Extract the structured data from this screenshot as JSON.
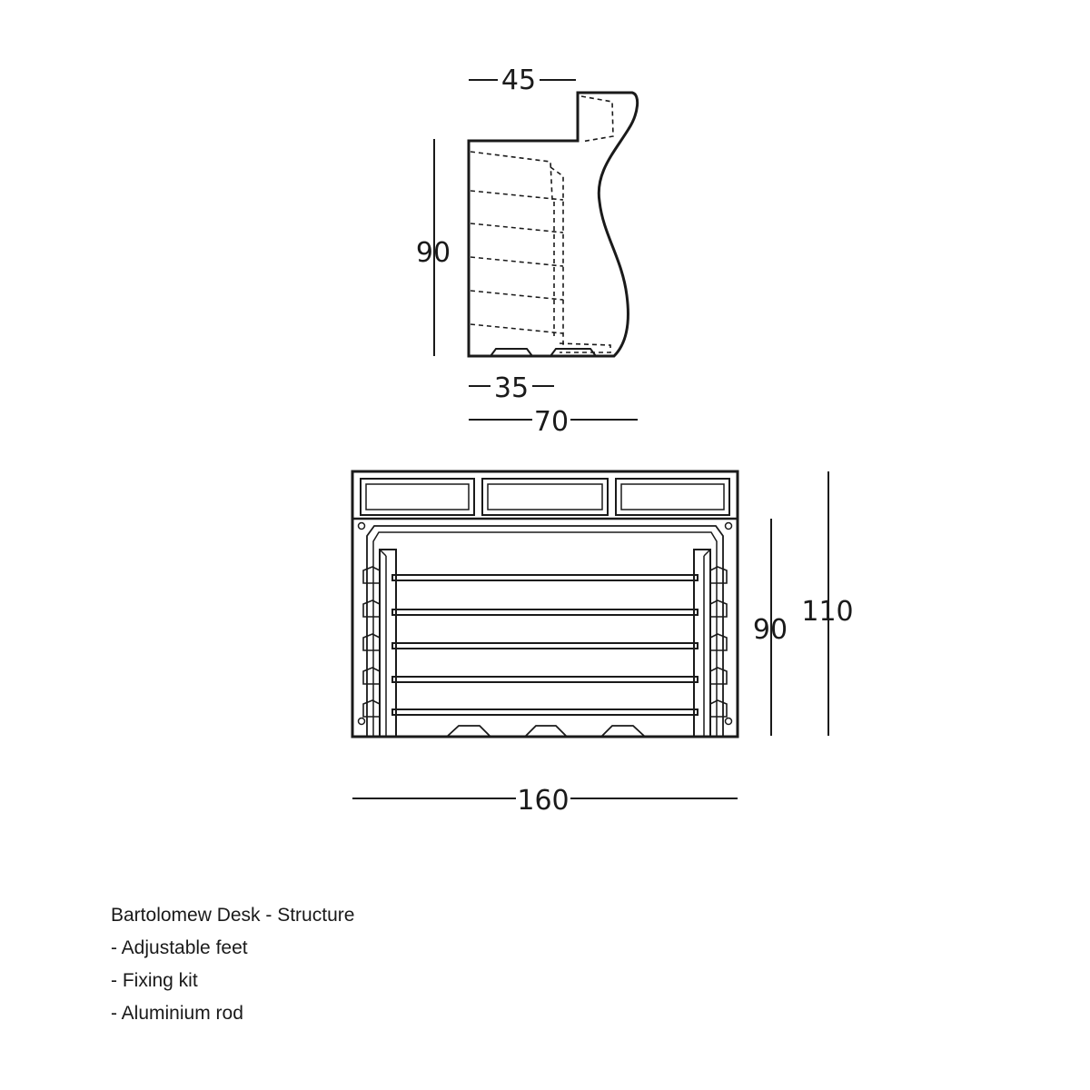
{
  "side_view": {
    "top_width": "45",
    "height": "90",
    "base_depth": "35",
    "total_depth": "70"
  },
  "front_view": {
    "inner_height": "90",
    "total_height": "110",
    "width": "160"
  },
  "notes": {
    "title": "Bartolomew Desk - Structure",
    "items": [
      "- Adjustable feet",
      "- Fixing kit",
      "- Aluminium rod"
    ]
  },
  "colors": {
    "line": "#1a1a1a",
    "background": "#ffffff"
  }
}
